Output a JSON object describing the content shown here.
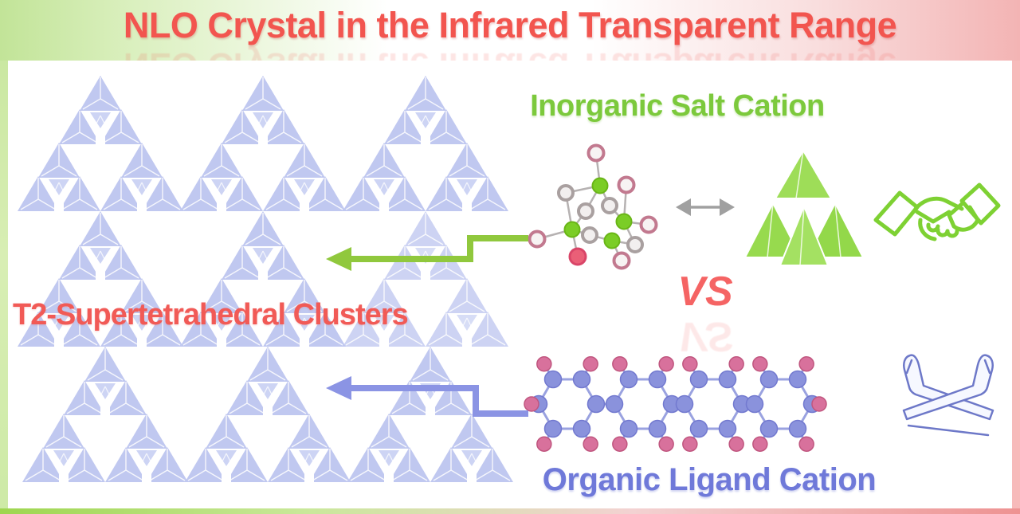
{
  "banner": {
    "title": "NLO Crystal in the Infrared Transparent Range"
  },
  "left_section": {
    "caption": "T2-Supertetrahedral Clusters",
    "cluster_grid": {
      "rows": 3,
      "groups_per_row": 3,
      "clusters_per_group": 3
    }
  },
  "comparison": {
    "versus_label": "VS",
    "inorganic": {
      "heading": "Inorganic Salt Cation",
      "icons": [
        "inorganic-cage-molecule",
        "equivalence-double-arrow",
        "green-supertetrahedron",
        "handshake-icon",
        "green-elbow-arrow"
      ]
    },
    "organic": {
      "heading": "Organic Ligand Cation",
      "rings_in_molecule": 4,
      "icons": [
        "organic-ligand-molecule",
        "crossed-arms-icon",
        "blue-elbow-arrow"
      ]
    }
  },
  "colors": {
    "title_red": "#f2554f",
    "caption_red": "#f15a56",
    "versus_red": "#f56464",
    "inorganic_green": "#7cc93c",
    "organic_blue": "#6f79d9",
    "cluster_blue": "#b6bfee",
    "arrow_green": "#90c83d",
    "arrow_blue": "#8b94e4",
    "tetrahedron_green": "#9cdc57",
    "handshake_green": "#7ed133",
    "double_arrow_gray": "#a0a0a0",
    "border_left_green": "#cde9a4",
    "border_right_pink": "#f7baba",
    "background": "#ffffff"
  }
}
